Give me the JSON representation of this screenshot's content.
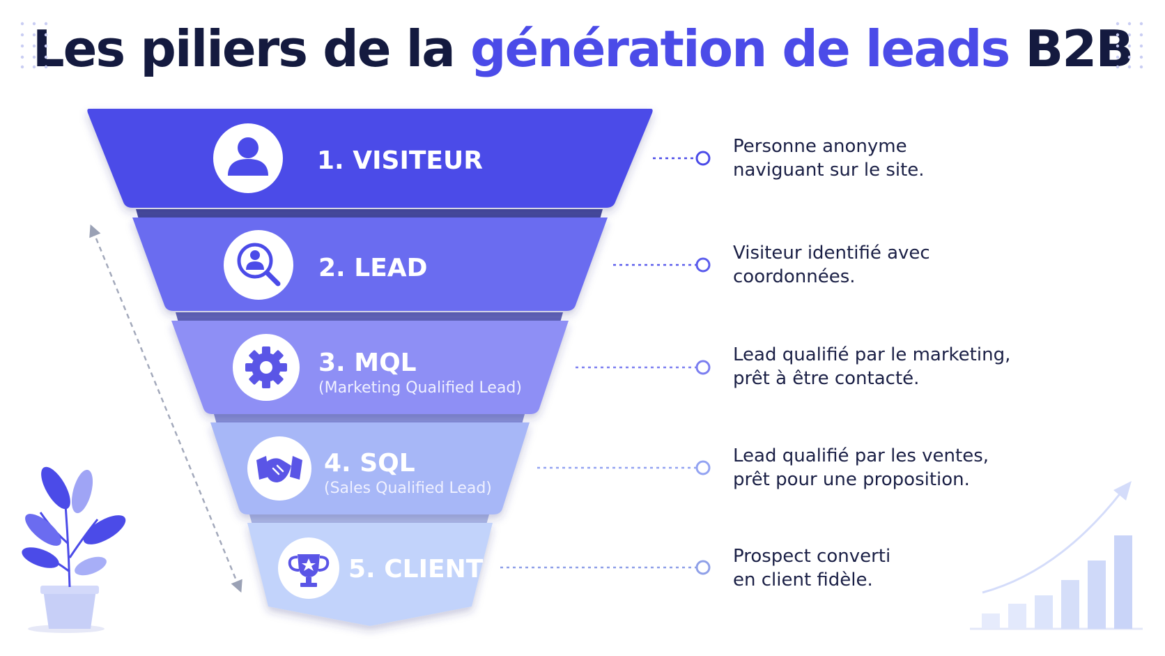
{
  "title": {
    "part1": "Les piliers de la ",
    "accent": "génération de leads",
    "part2": " B2B"
  },
  "colors": {
    "title": "#141a3f",
    "accent": "#4b4be8",
    "tier1": "#4b4be8",
    "tier2": "#6b6cf0",
    "tier3": "#8e8ff5",
    "tier4": "#a7b7f7",
    "tier5": "#c2d3fb"
  },
  "stages": [
    {
      "label": "1. VISITEUR",
      "sublabel": "",
      "icon": "user-icon",
      "desc1": "Personne anonyme",
      "desc2": "naviguant sur le site."
    },
    {
      "label": "2. LEAD",
      "sublabel": "",
      "icon": "search-user-icon",
      "desc1": "Visiteur identifié avec",
      "desc2": "coordonnées."
    },
    {
      "label": "3. MQL",
      "sublabel": "(Marketing Qualified Lead)",
      "icon": "gear-icon",
      "desc1": "Lead qualifié par le marketing,",
      "desc2": "prêt à être contacté."
    },
    {
      "label": "4. SQL",
      "sublabel": "(Sales Qualified Lead)",
      "icon": "handshake-icon",
      "desc1": "Lead qualifié par les ventes,",
      "desc2": "prêt pour une proposition."
    },
    {
      "label": "5. CLIENT",
      "sublabel": "",
      "icon": "trophy-icon",
      "desc1": "Prospect converti",
      "desc2": "en client fidèle."
    }
  ],
  "decor": {
    "left": "plant-illustration",
    "right": "growth-bar-chart-illustration",
    "arrow": "funnel-progress-arrow"
  }
}
